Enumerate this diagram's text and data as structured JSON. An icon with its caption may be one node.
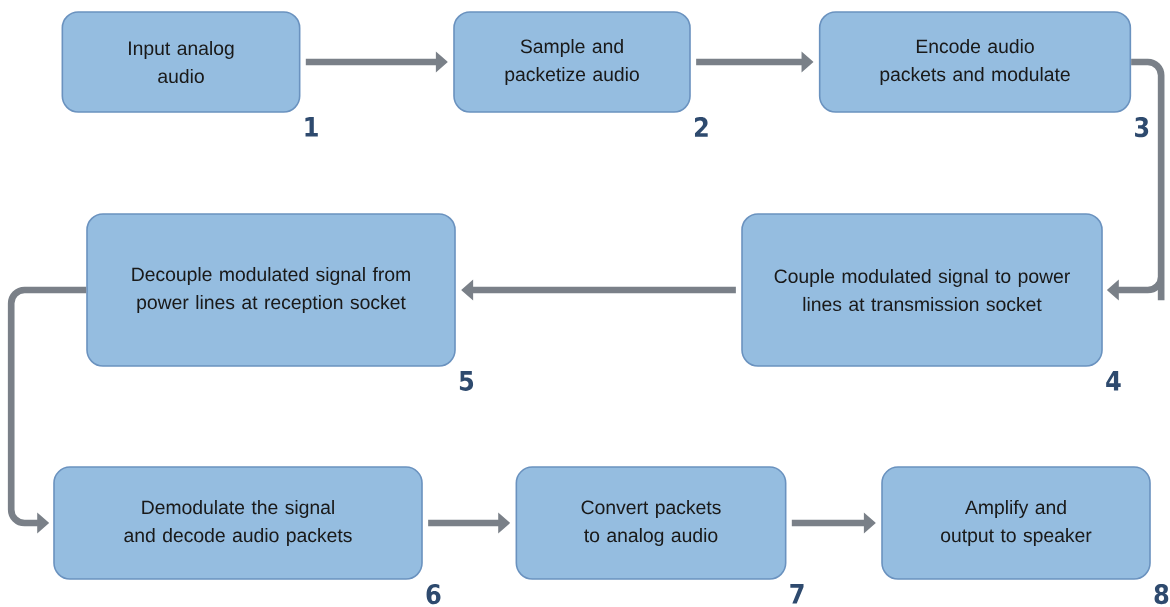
{
  "diagram": {
    "nodes": [
      {
        "text": [
          "Input analog audio"
        ],
        "beside": [
          "1"
        ]
      },
      {
        "text": [
          "Sample and packetize audio"
        ],
        "beside": [
          "2"
        ]
      },
      {
        "text": [
          "Encode audio packets and modulate"
        ],
        "beside": [
          "3"
        ]
      },
      {
        "text": [
          "Couple modulated signal to power lines at transmission socket"
        ],
        "beside": [
          "4"
        ]
      },
      {
        "text": [
          "Decouple modulated signal from power lines at reception socket"
        ],
        "beside": [
          "5"
        ]
      },
      {
        "text": [
          "Demodulate the signal and decode audio packets"
        ],
        "beside": [
          "6"
        ]
      },
      {
        "text": [
          "Convert packets to analog audio"
        ],
        "beside": [
          "7"
        ]
      },
      {
        "text": [
          "Amplify and output to speaker"
        ],
        "beside": [
          "8"
        ]
      }
    ],
    "edges": [
      {
        "from": 0,
        "to": 1,
        "arrow": "to"
      },
      {
        "from": 1,
        "to": 2,
        "arrow": "to"
      },
      {
        "from": 2,
        "to": 3,
        "arrow": "to"
      },
      {
        "from": 3,
        "to": 4,
        "arrow": "to"
      },
      {
        "from": 4,
        "to": 5,
        "arrow": "to"
      },
      {
        "from": 5,
        "to": 6,
        "arrow": "to"
      },
      {
        "from": 6,
        "to": 7,
        "arrow": "to"
      }
    ]
  }
}
